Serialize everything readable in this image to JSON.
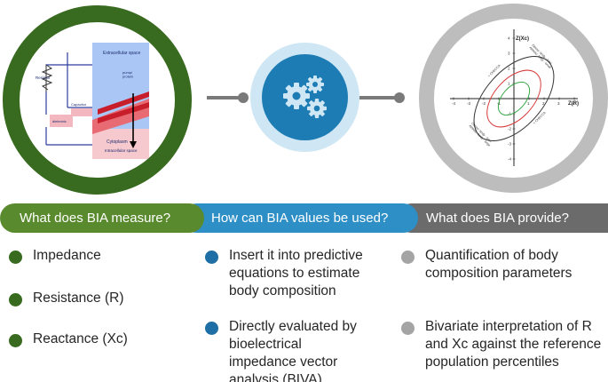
{
  "colors": {
    "measure": "#5a8a2e",
    "ring_left": "#386b1f",
    "used": "#2e8fc7",
    "gear_inner": "#1e7cb5",
    "provide": "#6b6b6b",
    "ring_right": "#bdbdbd"
  },
  "circuit": {
    "extracellular": "Extracellular space",
    "resistor": "Resistor",
    "pump": "pump/\nprotein",
    "capacitor": "Capacitor",
    "dielectric": "dielectric",
    "cytoplasm": "Cytoplasm",
    "intracellular": "Intracellular space"
  },
  "biva": {
    "y_axis": "Z(Xc)",
    "x_axis": "Z(R)",
    "y_ticks": [
      "4",
      "3",
      "2",
      "1",
      "-1",
      "-2",
      "-3",
      "-4"
    ],
    "x_ticks": [
      "-4",
      "-3",
      "-2",
      "-1",
      "1",
      "2",
      "3",
      "4"
    ],
    "label_upper_right": "Obese: body - lean\nAthletic: body - small",
    "label_upper_left": "+ CHECCA",
    "label_lower_right": "+ CHECCA",
    "label_lower_left": "Obese: body - lean\nAthletic: body - large",
    "ellipse_colors": [
      "#333333",
      "#d63a3a",
      "#3aa84a"
    ]
  },
  "sections": {
    "measure": {
      "title": "What does BIA measure?",
      "items": [
        "Impedance",
        "Resistance (R)",
        "Reactance (Xc)"
      ]
    },
    "used": {
      "title": "How can BIA values be used?",
      "items": [
        "Insert it into predictive\nequations to estimate\nbody composition",
        "Directly evaluated by\nbioelectrical\nimpedance vector\nanalysis (BIVA)"
      ]
    },
    "provide": {
      "title": "What does BIA provide?",
      "items": [
        "Quantification of body\ncomposition parameters",
        "Bivariate interpretation of R\nand Xc against the reference\npopulation percentiles"
      ]
    }
  }
}
